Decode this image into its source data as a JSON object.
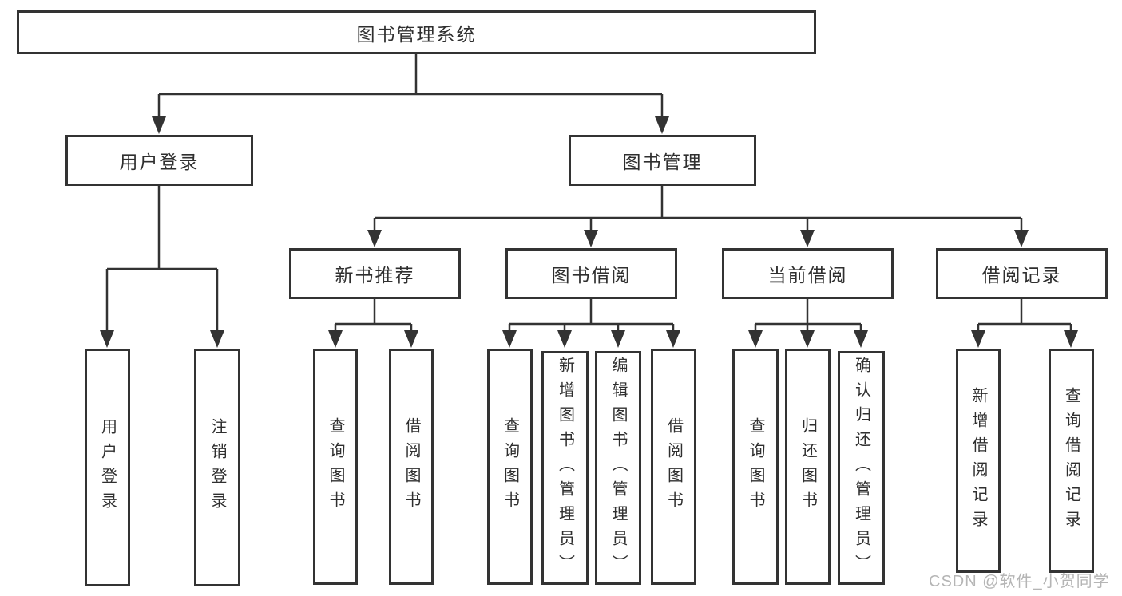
{
  "diagram_title": "图书管理系统",
  "colors": {
    "line": "#333333",
    "text": "#2f2f2f",
    "background": "#ffffff",
    "watermark": "#b5b5b5"
  },
  "nodes": {
    "root": {
      "label": "图书管理系统"
    },
    "level2": [
      {
        "label": "用户登录"
      },
      {
        "label": "图书管理"
      }
    ],
    "level3": [
      {
        "label": "新书推荐",
        "parent": "图书管理"
      },
      {
        "label": "图书借阅",
        "parent": "图书管理"
      },
      {
        "label": "当前借阅",
        "parent": "图书管理"
      },
      {
        "label": "借阅记录",
        "parent": "图书管理"
      }
    ],
    "leaves": [
      {
        "label": "用户登录",
        "parent": "用户登录"
      },
      {
        "label": "注销登录",
        "parent": "用户登录"
      },
      {
        "label": "查询图书",
        "parent": "新书推荐"
      },
      {
        "label": "借阅图书",
        "parent": "新书推荐"
      },
      {
        "label": "查询图书",
        "parent": "图书借阅"
      },
      {
        "label": "新增图书（管理员）",
        "parent": "图书借阅"
      },
      {
        "label": "编辑图书（管理员）",
        "parent": "图书借阅"
      },
      {
        "label": "借阅图书",
        "parent": "图书借阅"
      },
      {
        "label": "查询图书",
        "parent": "当前借阅"
      },
      {
        "label": "归还图书",
        "parent": "当前借阅"
      },
      {
        "label": "确认归还（管理员）",
        "parent": "当前借阅"
      },
      {
        "label": "新增借阅记录",
        "parent": "借阅记录"
      },
      {
        "label": "查询借阅记录",
        "parent": "借阅记录"
      }
    ]
  },
  "watermark": {
    "text": "CSDN @软件_小贺同学"
  }
}
